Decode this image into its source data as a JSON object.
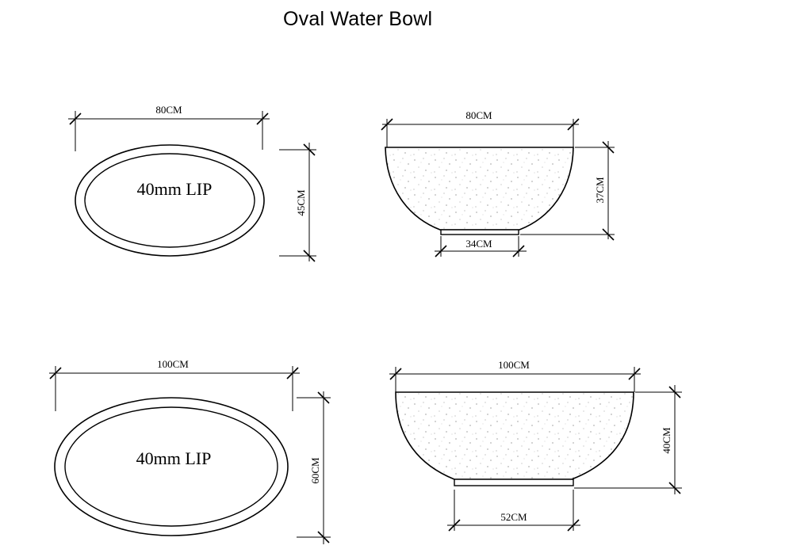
{
  "title": "Oval Water Bowl",
  "small": {
    "plan_width": "80CM",
    "plan_depth": "45CM",
    "lip_label": "40mm LIP",
    "side_width": "80CM",
    "side_height": "37CM",
    "base_width": "34CM"
  },
  "large": {
    "plan_width": "100CM",
    "plan_depth": "60CM",
    "lip_label": "40mm LIP",
    "side_width": "100CM",
    "side_height": "40CM",
    "base_width": "52CM"
  }
}
